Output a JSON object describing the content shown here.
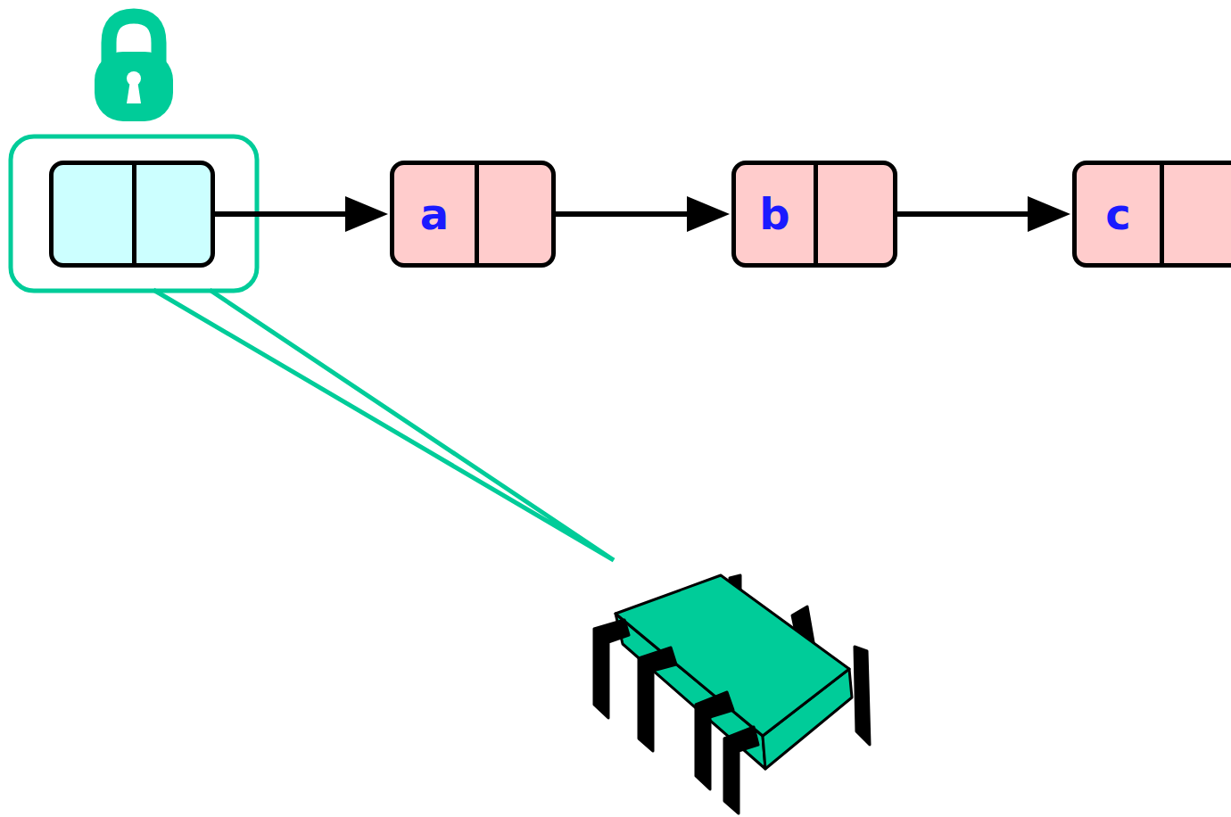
{
  "diagram": {
    "nodes": [
      {
        "text": []
      },
      {
        "text": [
          "a"
        ]
      },
      {
        "text": [
          "b"
        ]
      },
      {
        "text": [
          "c"
        ]
      }
    ],
    "edges": [
      {
        "from": 0,
        "to": 1,
        "arrow": "to"
      },
      {
        "from": 1,
        "to": 2,
        "arrow": "to"
      },
      {
        "from": 2,
        "to": 3,
        "arrow": "to"
      }
    ]
  }
}
